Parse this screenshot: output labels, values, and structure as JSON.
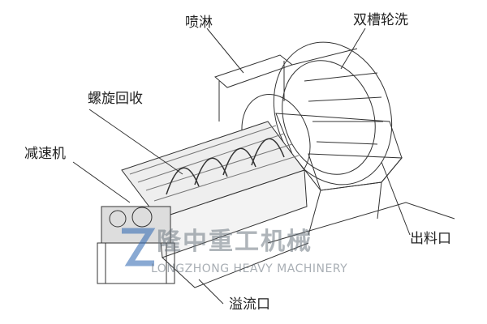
{
  "labels": {
    "spray": "喷淋",
    "double_wheel_wash": "双槽轮洗",
    "spiral_recovery": "螺旋回收",
    "reducer": "减速机",
    "discharge_port": "出料口",
    "overflow_port": "溢流口"
  },
  "watermark": {
    "chinese": "隆中重工机械",
    "english": "LONGZHONG HEAVY MACHINERY",
    "logo_color": "#3a6fb5"
  }
}
